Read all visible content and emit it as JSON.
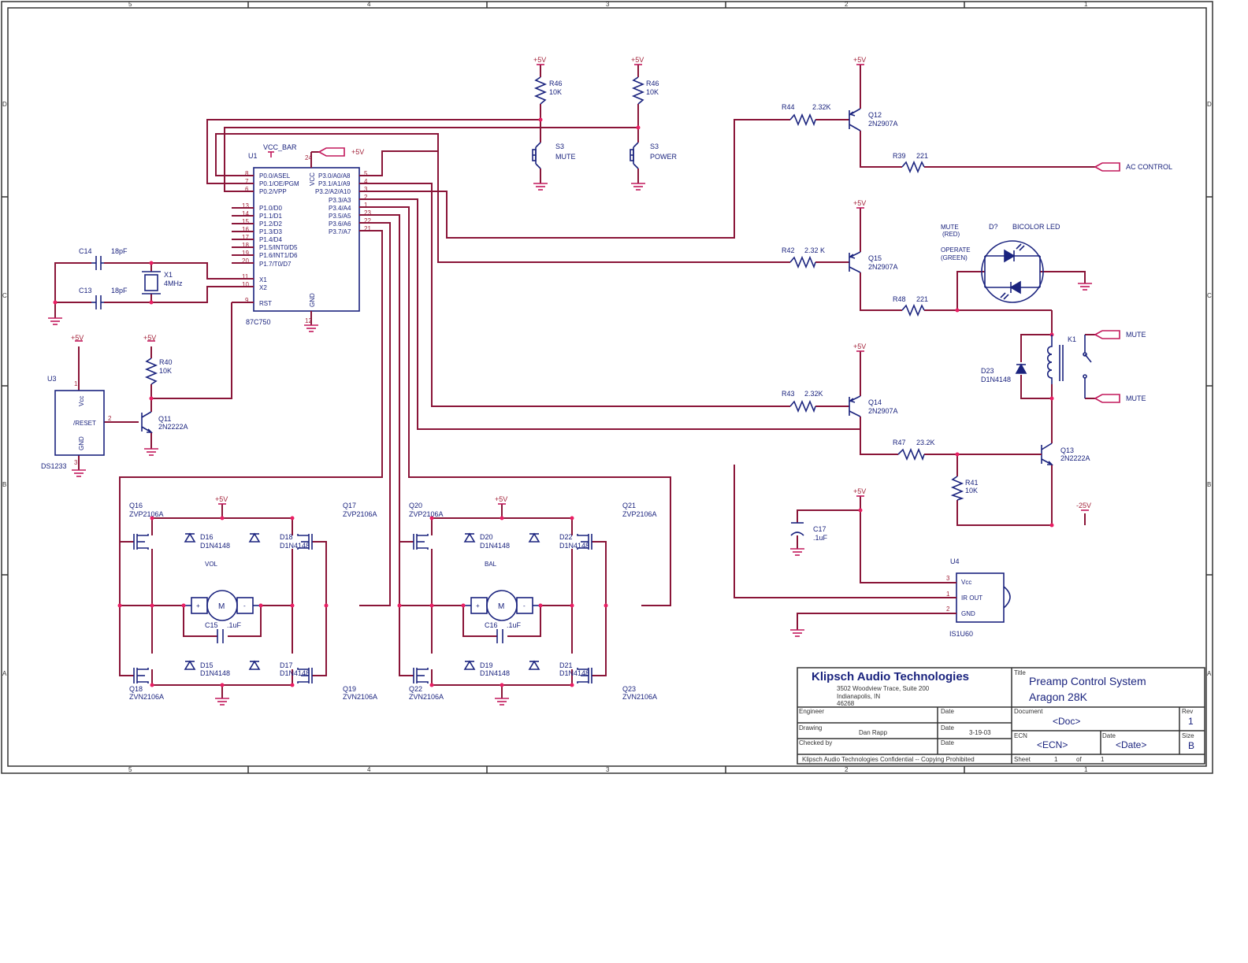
{
  "mcu": {
    "ref": "U1",
    "part": "87C750",
    "vcc_net": "VCC_BAR",
    "left_pins": [
      "P0.0/ASEL",
      "P0.1/OE/PGM",
      "P0.2/VPP",
      "P1.0/D0",
      "P1.1/D1",
      "P1.2/D2",
      "P1.3/D3",
      "P1.4/D4",
      "P1.5/INT0/D5",
      "P1.6/INT1/D6",
      "P1.7/T0/D7",
      "X1",
      "X2",
      "RST"
    ],
    "left_nums": [
      "8",
      "7",
      "6",
      "13",
      "14",
      "15",
      "16",
      "17",
      "18",
      "19",
      "20",
      "11",
      "10",
      "9"
    ],
    "right_pins": [
      "P3.0/A0/A8",
      "P3.1/A1/A9",
      "P3.2/A2/A10",
      "P3.3/A3",
      "P3.4/A4",
      "P3.5/A5",
      "P3.6/A6",
      "P3.7/A7"
    ],
    "right_nums": [
      "5",
      "4",
      "3",
      "2",
      "1",
      "23",
      "22",
      "21"
    ],
    "vcc_label": "VCC",
    "vcc_pin": "24",
    "gnd_label": "GND",
    "gnd_pin": "12"
  },
  "supply": {
    "p5v": "+5V",
    "m25v": "-25V"
  },
  "crystal": {
    "ref": "X1",
    "val": "4MHz",
    "c14": "C14",
    "c14v": "18pF",
    "c13": "C13",
    "c13v": "18pF"
  },
  "reset": {
    "ref": "U3",
    "part": "DS1233",
    "vcc": "Vcc",
    "reset": "/RESET",
    "gnd": "GND",
    "pin1": "1",
    "pin2": "2",
    "pin3": "3",
    "r40": "R40",
    "r40v": "10K",
    "q11": "Q11",
    "q11v": "2N2222A"
  },
  "switches": {
    "r46a": "R46",
    "r46b": "R46",
    "rv": "10K",
    "s3a": "S3",
    "s3a_n": "MUTE",
    "s3b": "S3",
    "s3b_n": "POWER"
  },
  "drivers": {
    "q12": "Q12",
    "q12v": "2N2907A",
    "r44": "R44",
    "r44v": "2.32K",
    "r39": "R39",
    "r39v": "221",
    "ac": "AC CONTROL",
    "q15": "Q15",
    "q15v": "2N2907A",
    "r42": "R42",
    "r42v": "2.32 K",
    "r48": "R48",
    "r48v": "221",
    "q14": "Q14",
    "q14v": "2N2907A",
    "r43": "R43",
    "r43v": "2.32K",
    "r47": "R47",
    "r47v": "23.2K",
    "q13": "Q13",
    "q13v": "2N2222A",
    "r41": "R41",
    "r41v": "10K"
  },
  "led": {
    "ref": "D?",
    "name": "BICOLOR LED",
    "mute": "MUTE",
    "mute2": "(RED)",
    "operate": "OPERATE",
    "operate2": "(GREEN)"
  },
  "relay": {
    "k1": "K1",
    "d23": "D23",
    "d23v": "D1N4148",
    "mute_a": "MUTE",
    "mute_b": "MUTE"
  },
  "ir": {
    "ref": "U4",
    "part": "IS1U60",
    "vcc": "Vcc",
    "out": "IR OUT",
    "gnd": "GND",
    "c17": "C17",
    "c17v": ".1uF",
    "p3": "3",
    "p1": "1",
    "p2": "2"
  },
  "bridge_vol": {
    "name": "VOL",
    "q16": "Q16",
    "q16v": "ZVP2106A",
    "q17": "Q17",
    "q17v": "ZVP2106A",
    "q18": "Q18",
    "q18v": "ZVN2106A",
    "q19": "Q19",
    "q19v": "ZVN2106A",
    "d16": "D16",
    "d18": "D18",
    "d15": "D15",
    "d17": "D17",
    "dv": "D1N4148",
    "c15": "C15",
    "c15v": ".1uF",
    "m": "M"
  },
  "bridge_bal": {
    "name": "BAL",
    "q20": "Q20",
    "q20v": "ZVP2106A",
    "q21": "Q21",
    "q21v": "ZVP2106A",
    "q22": "Q22",
    "q22v": "ZVN2106A",
    "q23": "Q23",
    "q23v": "ZVN2106A",
    "d20": "D20",
    "d22": "D22",
    "d19": "D19",
    "d21": "D21",
    "dv": "D1N4148",
    "c16": "C16",
    "c16v": ".1uF",
    "m": "M"
  },
  "title_block": {
    "company": "Klipsch Audio Technologies",
    "addr1": "3502 Woodview Trace, Suite 200",
    "addr2": "Indianapolis, IN",
    "addr3": "46268",
    "title_lbl": "Title",
    "title1": "Preamp Control System",
    "title2": "Aragon 28K",
    "engineer": "Engineer",
    "date": "Date",
    "drawing": "Drawing",
    "drawer": "Dan Rapp",
    "draw_date": "3-19-03",
    "checked": "Checked by",
    "document": "Document",
    "doc": "<Doc>",
    "rev": "Rev",
    "rev_v": "1",
    "ecn": "ECN",
    "ecn_v": "<ECN>",
    "date_v": "<Date>",
    "size": "Size",
    "size_v": "B",
    "confidential": "Klipsch Audio Technologies Confidential -- Copying Prohibited",
    "sheet": "Sheet",
    "sheet_n": "1",
    "of": "of",
    "sheet_t": "1"
  },
  "border": {
    "cols": [
      "5",
      "4",
      "3",
      "2",
      "1"
    ],
    "rows": [
      "D",
      "C",
      "B",
      "A"
    ]
  }
}
